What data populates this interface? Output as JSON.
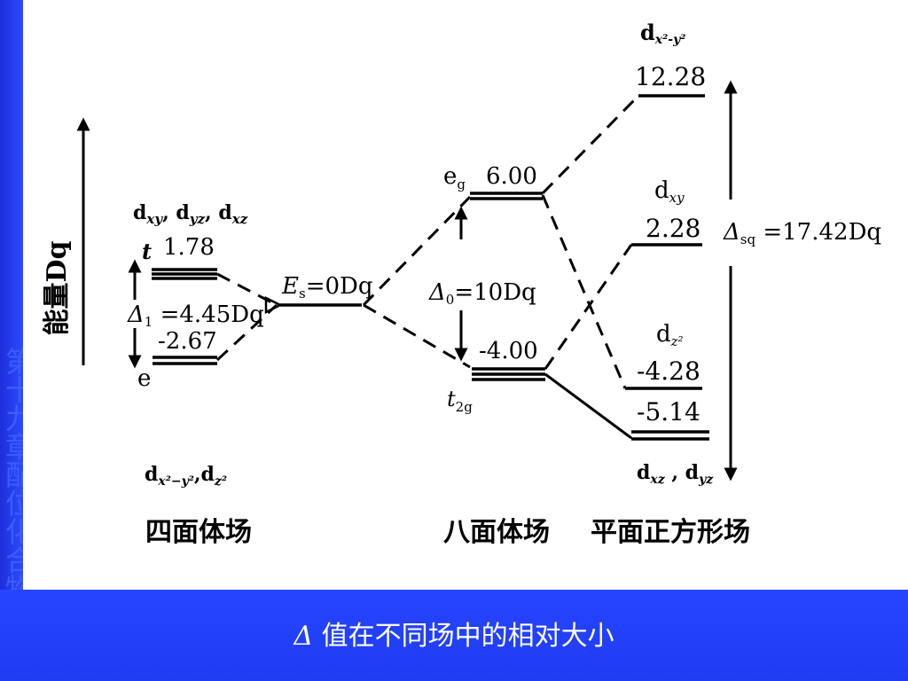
{
  "sidebar": {
    "text": "第十九章 配位化合物"
  },
  "energy_axis": {
    "label": "能量Dq"
  },
  "tetrahedral": {
    "t_orbitals": [
      "d",
      "xy",
      ", d",
      "yz",
      ", d",
      "xz"
    ],
    "t_symbol": "t",
    "t_value": "1.78",
    "delta_label": [
      "Δ",
      "1",
      " =4.45Dq"
    ],
    "e_value": "-2.67",
    "e_symbol": "e",
    "e_orbitals": [
      "d",
      "x²−y²",
      ",d",
      "z²"
    ],
    "field_name": "四面体场"
  },
  "free_ion": {
    "label": [
      "E",
      "s",
      "=0Dq"
    ]
  },
  "octahedral": {
    "eg_symbol": [
      "e",
      "g"
    ],
    "eg_value": "6.00",
    "delta_label": [
      "Δ",
      "0",
      "=10Dq"
    ],
    "t2g_value": "-4.00",
    "t2g_symbol": [
      "t",
      "2g"
    ],
    "field_name": "八面体场"
  },
  "square_planar": {
    "dx2y2_label": [
      "d",
      "x²-y²"
    ],
    "dx2y2_value": "12.28",
    "dxy_label": [
      "d",
      "xy"
    ],
    "dxy_value": "2.28",
    "dz2_label": [
      "d",
      "z²"
    ],
    "dz2_value": "-4.28",
    "dxz_value": "-5.14",
    "dxz_label": [
      "d",
      "xz",
      " , d",
      "yz"
    ],
    "delta_label": [
      "Δ",
      "sq",
      " =17.42Dq"
    ],
    "field_name": "平面正方形场"
  },
  "caption": {
    "delta": "Δ",
    "text": " 值在不同场中的相对大小"
  }
}
